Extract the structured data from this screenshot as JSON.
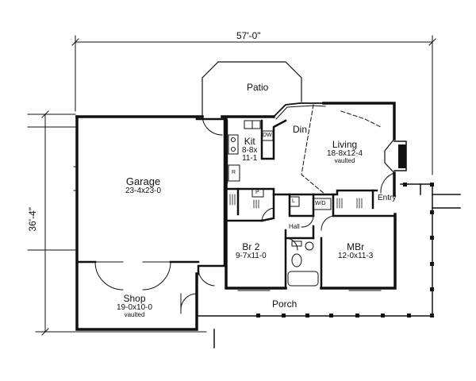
{
  "dimensions": {
    "width": "57'-0\"",
    "depth": "36'-4\""
  },
  "rooms": {
    "patio": {
      "name": "Patio"
    },
    "garage": {
      "name": "Garage",
      "size": "23-4x23-0"
    },
    "kit": {
      "name": "Kit",
      "size": "8-8x11-1",
      "size_line1": "8-8x",
      "size_line2": "11-1"
    },
    "din": {
      "name": "Din"
    },
    "living": {
      "name": "Living",
      "size": "18-8x12-4",
      "note": "vaulted"
    },
    "entry": {
      "name": "Entry"
    },
    "hall": {
      "name": "Hall"
    },
    "br2": {
      "name": "Br 2",
      "size": "9-7x11-0"
    },
    "mbr": {
      "name": "MBr",
      "size": "12-0x11-3"
    },
    "shop": {
      "name": "Shop",
      "size": "19-0x10-0",
      "note": "vaulted"
    },
    "porch": {
      "name": "Porch"
    }
  },
  "fixtures": {
    "dishwasher": "DW",
    "refrigerator": "R",
    "pantry": "P",
    "linen": "L",
    "washer_dryer": "W/D"
  }
}
